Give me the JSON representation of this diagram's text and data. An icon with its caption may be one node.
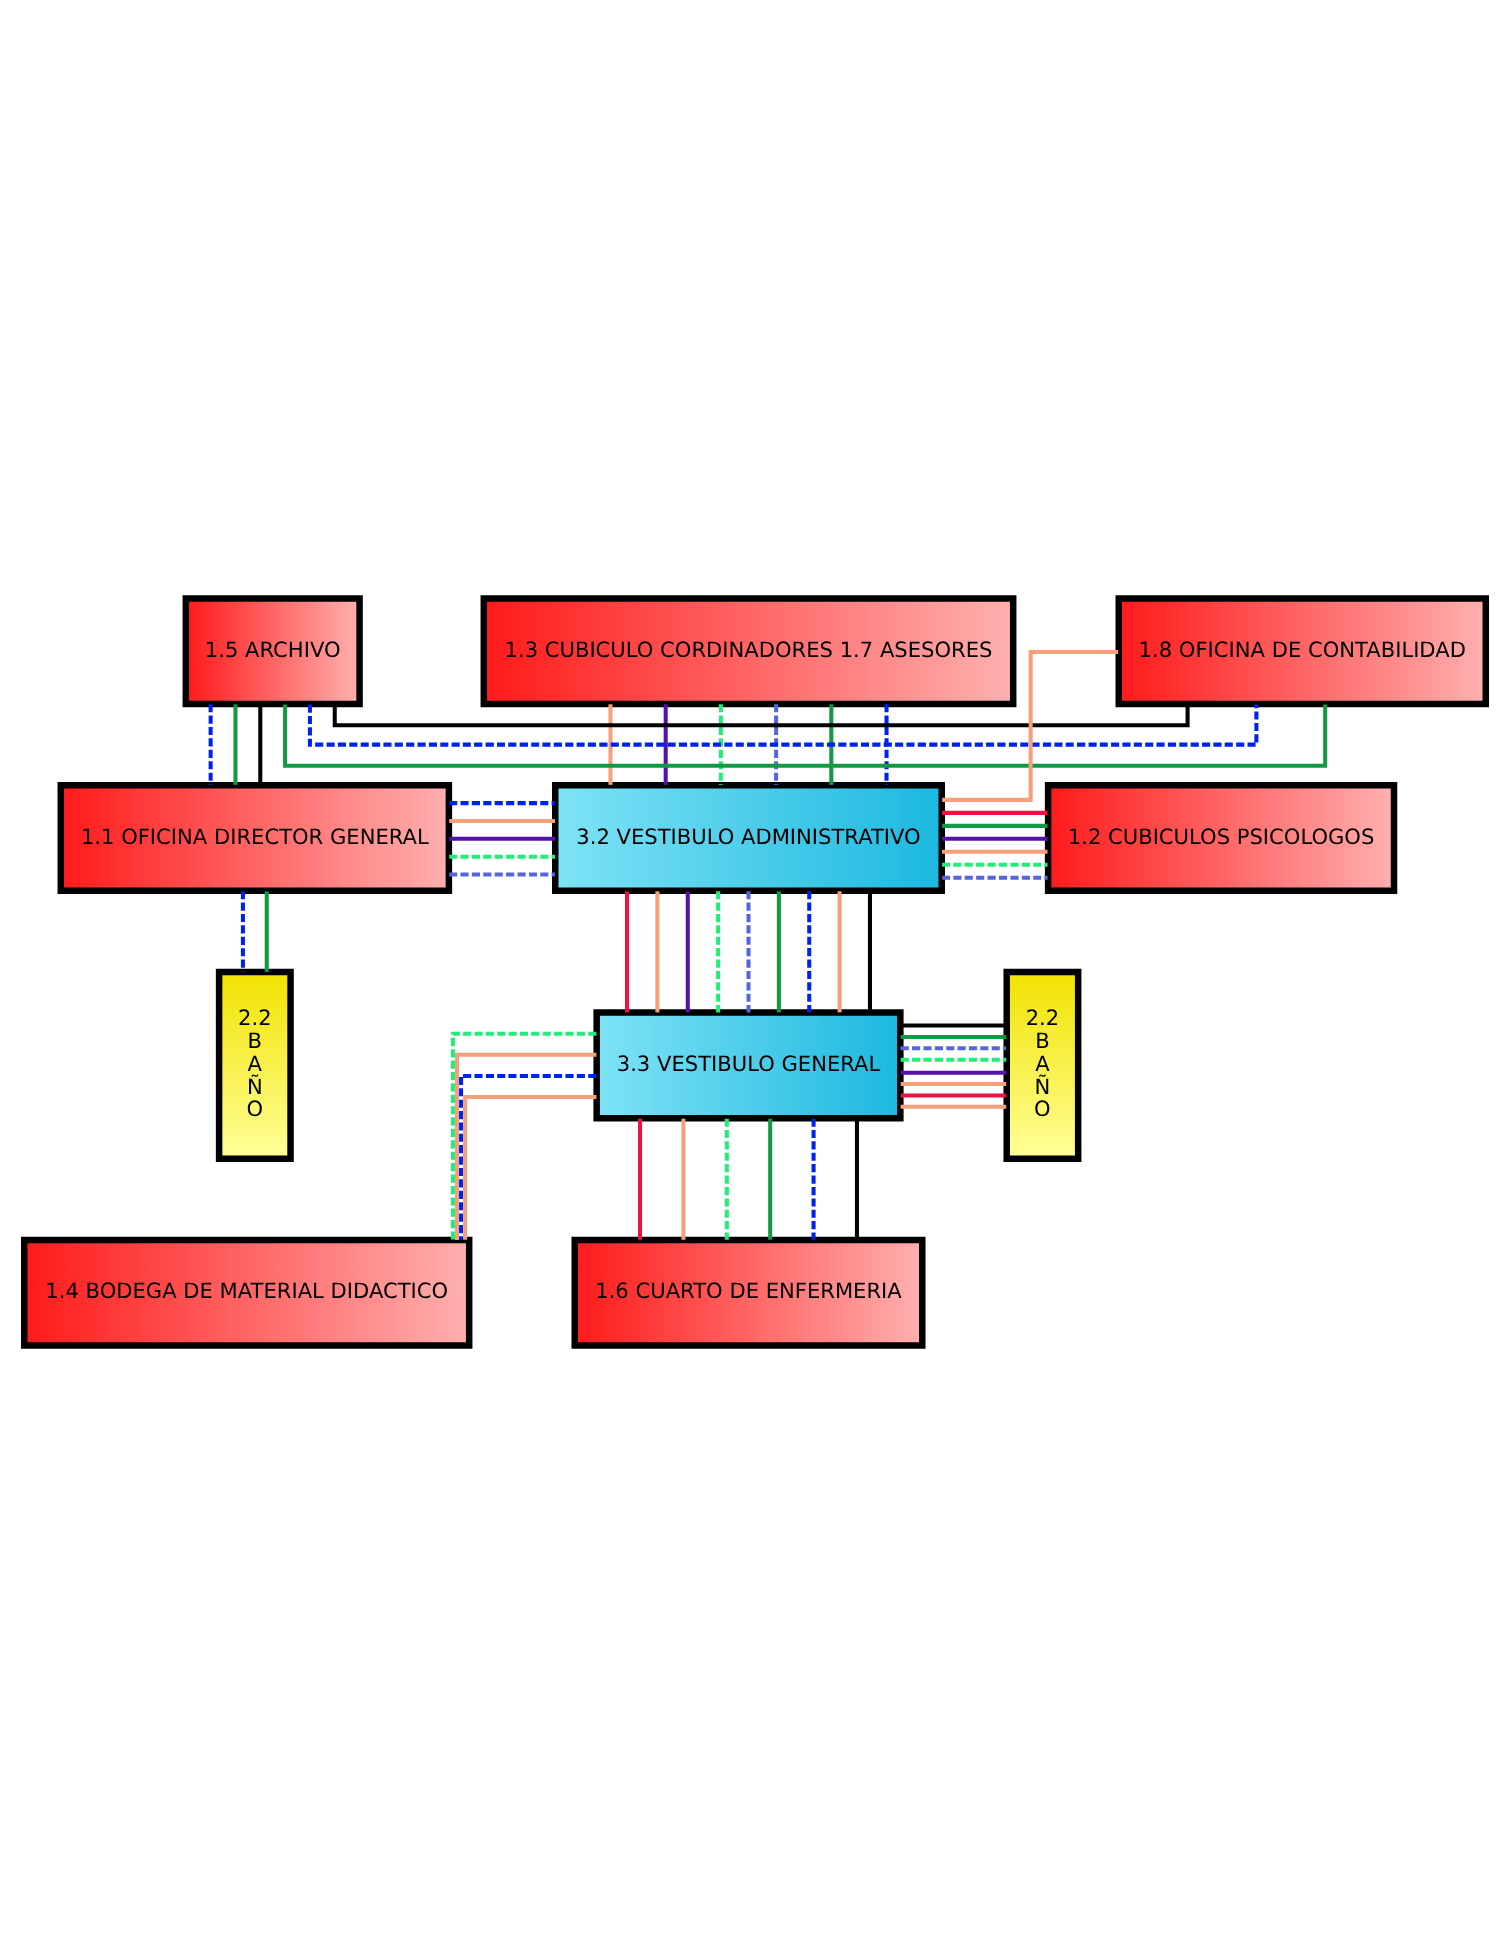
{
  "diagram": {
    "nodes": [
      {
        "text": [
          "1.3 CUBICULO CORDINADORES 1.7 ASESORES"
        ]
      },
      {
        "text": [
          "1.5 ARCHIVO"
        ]
      },
      {
        "text": [
          "1.8 OFICINA DE CONTABILIDAD"
        ]
      },
      {
        "text": [
          "1.1 OFICINA DIRECTOR GENERAL"
        ]
      },
      {
        "text": [
          "3.2 VESTIBULO ADMINISTRATIVO"
        ]
      },
      {
        "text": [
          "1.2 CUBICULOS PSICOLOGOS"
        ]
      },
      {
        "text": [
          "2.2 B A Ñ O"
        ]
      },
      {
        "text": [
          "3.3 VESTIBULO GENERAL"
        ]
      },
      {
        "text": [
          "2.2 B A Ñ O"
        ]
      },
      {
        "text": [
          "1.4 BODEGA DE MATERIAL DIDACTICO"
        ]
      },
      {
        "text": [
          "1.6 CUARTO DE ENFERMERIA"
        ]
      }
    ],
    "edges": [
      {
        "from": 0,
        "to": 4,
        "arrow": "none",
        "color": "#f4a07a"
      },
      {
        "from": 0,
        "to": 4,
        "arrow": "none",
        "color": "#5511aa"
      },
      {
        "from": 0,
        "to": 4,
        "arrow": "none",
        "color": "#22ee77",
        "style": "dashed"
      },
      {
        "from": 0,
        "to": 4,
        "arrow": "none",
        "color": "#5566dd",
        "style": "dashed"
      },
      {
        "from": 0,
        "to": 4,
        "arrow": "none",
        "color": "#119944"
      },
      {
        "from": 0,
        "to": 4,
        "arrow": "none",
        "color": "#0022ee",
        "style": "dashed"
      },
      {
        "from": 1,
        "to": 2,
        "arrow": "none",
        "color": "#000000"
      },
      {
        "from": 1,
        "to": 2,
        "arrow": "none",
        "color": "#0022ee",
        "style": "dashed"
      },
      {
        "from": 1,
        "to": 2,
        "arrow": "none",
        "color": "#119944"
      },
      {
        "from": 2,
        "to": 4,
        "arrow": "none",
        "color": "#f4a07a"
      },
      {
        "from": 1,
        "to": 3,
        "arrow": "none",
        "color": "#0022ee",
        "style": "dashed"
      },
      {
        "from": 1,
        "to": 3,
        "arrow": "none",
        "color": "#119944"
      },
      {
        "from": 1,
        "to": 3,
        "arrow": "none",
        "color": "#000000"
      },
      {
        "from": 3,
        "to": 4,
        "arrow": "none",
        "color": "#0022ee",
        "style": "dashed"
      },
      {
        "from": 3,
        "to": 4,
        "arrow": "none",
        "color": "#f4a07a"
      },
      {
        "from": 3,
        "to": 4,
        "arrow": "none",
        "color": "#5511aa"
      },
      {
        "from": 3,
        "to": 4,
        "arrow": "none",
        "color": "#22ee77",
        "style": "dashed"
      },
      {
        "from": 3,
        "to": 4,
        "arrow": "none",
        "color": "#5566dd",
        "style": "dashed"
      },
      {
        "from": 4,
        "to": 5,
        "arrow": "none",
        "color": "#ee1144"
      },
      {
        "from": 4,
        "to": 5,
        "arrow": "none",
        "color": "#119944"
      },
      {
        "from": 4,
        "to": 5,
        "arrow": "none",
        "color": "#5511aa"
      },
      {
        "from": 4,
        "to": 5,
        "arrow": "none",
        "color": "#f4a07a"
      },
      {
        "from": 4,
        "to": 5,
        "arrow": "none",
        "color": "#22ee77",
        "style": "dashed"
      },
      {
        "from": 4,
        "to": 5,
        "arrow": "none",
        "color": "#5566dd",
        "style": "dashed"
      },
      {
        "from": 3,
        "to": 6,
        "arrow": "none",
        "color": "#0022ee",
        "style": "dashed"
      },
      {
        "from": 3,
        "to": 6,
        "arrow": "none",
        "color": "#119944"
      },
      {
        "from": 4,
        "to": 7,
        "arrow": "none",
        "color": "#ee1144"
      },
      {
        "from": 4,
        "to": 7,
        "arrow": "none",
        "color": "#f4a07a"
      },
      {
        "from": 4,
        "to": 7,
        "arrow": "none",
        "color": "#5511aa"
      },
      {
        "from": 4,
        "to": 7,
        "arrow": "none",
        "color": "#22ee77",
        "style": "dashed"
      },
      {
        "from": 4,
        "to": 7,
        "arrow": "none",
        "color": "#5566dd",
        "style": "dashed"
      },
      {
        "from": 4,
        "to": 7,
        "arrow": "none",
        "color": "#119944"
      },
      {
        "from": 4,
        "to": 7,
        "arrow": "none",
        "color": "#0022ee",
        "style": "dashed"
      },
      {
        "from": 4,
        "to": 7,
        "arrow": "none",
        "color": "#f4a07a"
      },
      {
        "from": 4,
        "to": 7,
        "arrow": "none",
        "color": "#000000"
      },
      {
        "from": 7,
        "to": 8,
        "arrow": "none",
        "color": "#000000"
      },
      {
        "from": 7,
        "to": 8,
        "arrow": "none",
        "color": "#119944"
      },
      {
        "from": 7,
        "to": 8,
        "arrow": "none",
        "color": "#5566dd",
        "style": "dashed"
      },
      {
        "from": 7,
        "to": 8,
        "arrow": "none",
        "color": "#22ee77",
        "style": "dashed"
      },
      {
        "from": 7,
        "to": 8,
        "arrow": "none",
        "color": "#5511aa"
      },
      {
        "from": 7,
        "to": 8,
        "arrow": "none",
        "color": "#f4a07a"
      },
      {
        "from": 7,
        "to": 8,
        "arrow": "none",
        "color": "#ee1144"
      },
      {
        "from": 7,
        "to": 8,
        "arrow": "none",
        "color": "#f4a07a"
      },
      {
        "from": 7,
        "to": 9,
        "arrow": "none",
        "color": "#22ee77",
        "style": "dashed"
      },
      {
        "from": 7,
        "to": 9,
        "arrow": "none",
        "color": "#f4a07a"
      },
      {
        "from": 7,
        "to": 9,
        "arrow": "none",
        "color": "#0022ee",
        "style": "dashed"
      },
      {
        "from": 7,
        "to": 9,
        "arrow": "none",
        "color": "#f4a07a"
      },
      {
        "from": 7,
        "to": 10,
        "arrow": "none",
        "color": "#ee1144"
      },
      {
        "from": 7,
        "to": 10,
        "arrow": "none",
        "color": "#f4a07a"
      },
      {
        "from": 7,
        "to": 10,
        "arrow": "none",
        "color": "#22ee77",
        "style": "dashed"
      },
      {
        "from": 7,
        "to": 10,
        "arrow": "none",
        "color": "#119944"
      },
      {
        "from": 7,
        "to": 10,
        "arrow": "none",
        "color": "#0022ee",
        "style": "dashed"
      },
      {
        "from": 7,
        "to": 10,
        "arrow": "none",
        "color": "#000000"
      }
    ]
  }
}
